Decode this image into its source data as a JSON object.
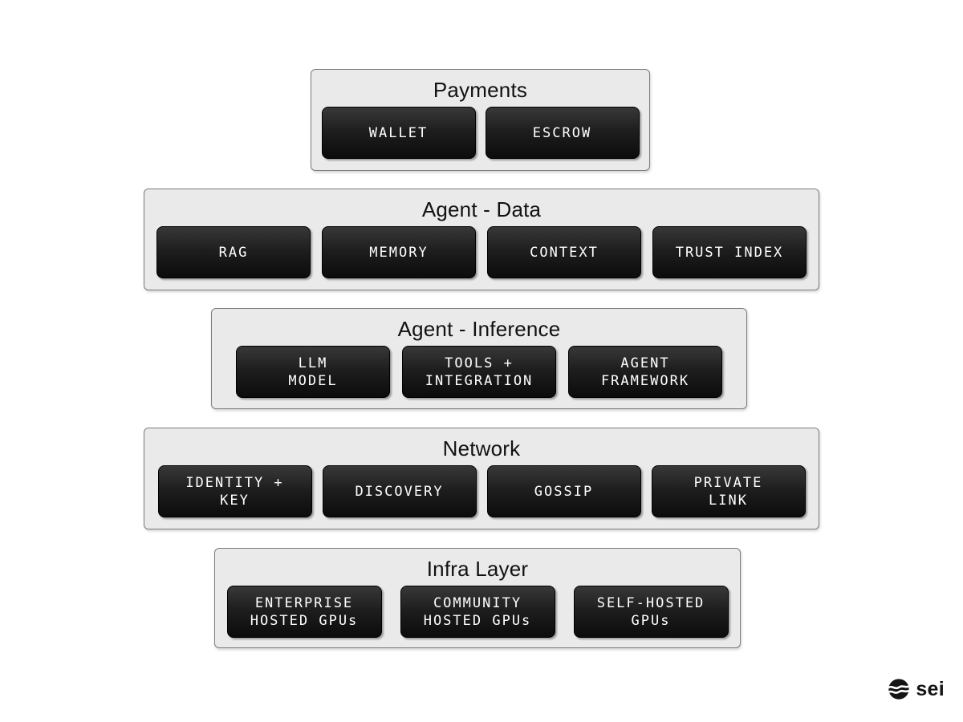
{
  "layers": [
    {
      "title": "Payments",
      "boxes": [
        "WALLET",
        "ESCROW"
      ]
    },
    {
      "title": "Agent - Data",
      "boxes": [
        "RAG",
        "MEMORY",
        "CONTEXT",
        "TRUST INDEX"
      ]
    },
    {
      "title": "Agent - Inference",
      "boxes": [
        "LLM\nMODEL",
        "TOOLS +\nINTEGRATION",
        "AGENT\nFRAMEWORK"
      ]
    },
    {
      "title": "Network",
      "boxes": [
        "IDENTITY +\nKEY",
        "DISCOVERY",
        "GOSSIP",
        "PRIVATE\nLINK"
      ]
    },
    {
      "title": "Infra Layer",
      "boxes": [
        "ENTERPRISE\nHOSTED GPUs",
        "COMMUNITY\nHOSTED GPUs",
        "SELF-HOSTED\nGPUs"
      ]
    }
  ],
  "branding": {
    "logo_text": "sei",
    "logo_icon": "sei-wave-circle-icon"
  },
  "colors": {
    "background": "#ffffff",
    "panel_bg": "#eaeaea",
    "panel_border": "#7d7d7d",
    "box_gradient_top": "#383838",
    "box_gradient_bottom": "#0c0c0c",
    "box_text": "#ffffff",
    "title_text": "#111111"
  }
}
